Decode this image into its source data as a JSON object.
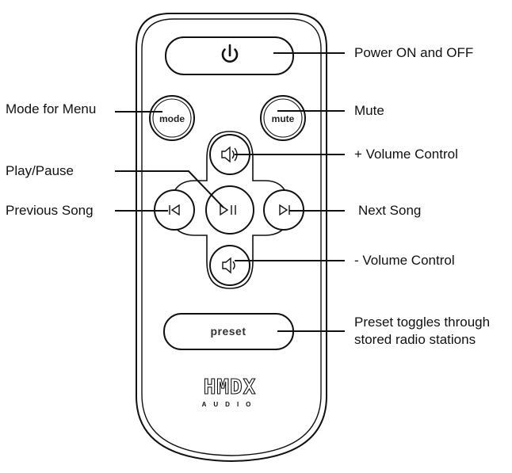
{
  "remote": {
    "buttons": {
      "mode": "mode",
      "mute": "mute",
      "preset": "preset"
    },
    "brand": {
      "logo": "HMDX",
      "sub": "AUDIO"
    },
    "icons": {
      "power": "power-icon",
      "volume_up": "speaker-up-icon",
      "volume_down": "speaker-down-icon",
      "play_pause": "play-pause-icon",
      "previous": "skip-back-icon",
      "next": "skip-forward-icon"
    }
  },
  "callouts": {
    "power": "Power ON and OFF",
    "mode": "Mode for Menu",
    "mute": "Mute",
    "volume_up": "+ Volume Control",
    "play_pause": "Play/Pause",
    "previous": "Previous Song",
    "next": "Next Song",
    "volume_down": "- Volume Control",
    "preset_line1": "Preset toggles through",
    "preset_line2": "stored radio stations"
  }
}
